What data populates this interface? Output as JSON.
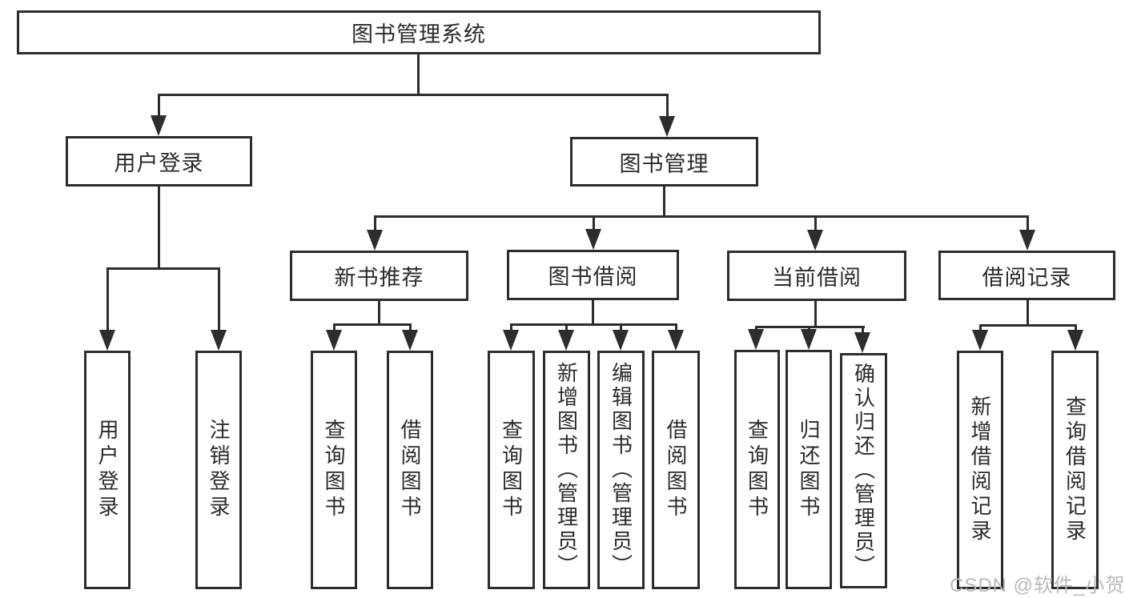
{
  "tree": {
    "root": "图书管理系统",
    "branches": [
      {
        "label": "用户登录",
        "children": [
          "用户登录",
          "注销登录"
        ]
      },
      {
        "label": "图书管理",
        "children": [
          {
            "label": "新书推荐",
            "children": [
              "查询图书",
              "借阅图书"
            ]
          },
          {
            "label": "图书借阅",
            "children": [
              "查询图书",
              "新增图书（管理员）",
              "编辑图书（管理员）",
              "借阅图书"
            ]
          },
          {
            "label": "当前借阅",
            "children": [
              "查询图书",
              "归还图书",
              "确认归还（管理员）"
            ]
          },
          {
            "label": "借阅记录",
            "children": [
              "新增借阅记录",
              "查询借阅记录"
            ]
          }
        ]
      }
    ]
  },
  "watermark": "CSDN @软件_小贺同学",
  "colors": {
    "line": "#2d2d2d",
    "text": "#2b2b2b",
    "watermark": "#b7bac0"
  }
}
